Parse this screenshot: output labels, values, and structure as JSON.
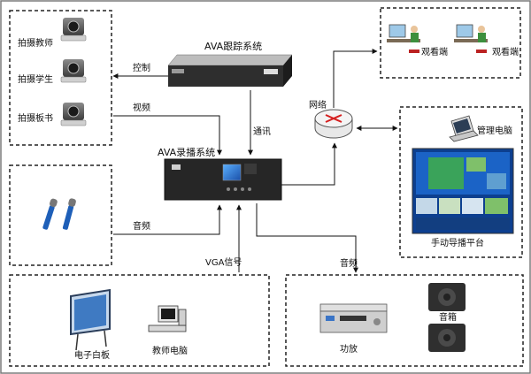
{
  "colors": {
    "frame": "#7a7a7a",
    "group_border": "#222222",
    "device_dark": "#2b2b2b",
    "device_face": "#3a3a3a",
    "screen_blue": "#2a66c8",
    "router_red": "#d62020",
    "mic_blue": "#1e5fb8"
  },
  "groups": {
    "cameras": {
      "items": [
        "拍摄教师",
        "拍摄学生",
        "拍摄板书"
      ]
    },
    "viewers": {
      "label_left": "观看端",
      "label_right": "观看端"
    },
    "management": {
      "pc_label": "管理电脑",
      "platform_label": "手动导播平台"
    },
    "classroom": {
      "whiteboard_label": "电子白板",
      "teacher_pc_label": "教师电脑"
    },
    "audio_out": {
      "amplifier_label": "功放",
      "speaker_label": "音箱"
    }
  },
  "devices": {
    "tracker_label": "AVA跟踪系统",
    "recorder_label": "AVA录播系统",
    "router_label": "网络"
  },
  "connections": {
    "control": "控制",
    "video": "视频",
    "comm": "通讯",
    "audio_in": "音频",
    "vga": "VGA信号",
    "audio_out": "音频"
  },
  "icons": {
    "camera": "ptz-camera-icon",
    "mic": "microphone-icon",
    "router": "router-icon",
    "laptop": "laptop-icon",
    "workstation": "workstation-user-icon",
    "whiteboard": "interactive-whiteboard-icon",
    "desktop": "desktop-computer-icon",
    "amplifier": "amplifier-icon",
    "speaker": "speaker-icon"
  }
}
